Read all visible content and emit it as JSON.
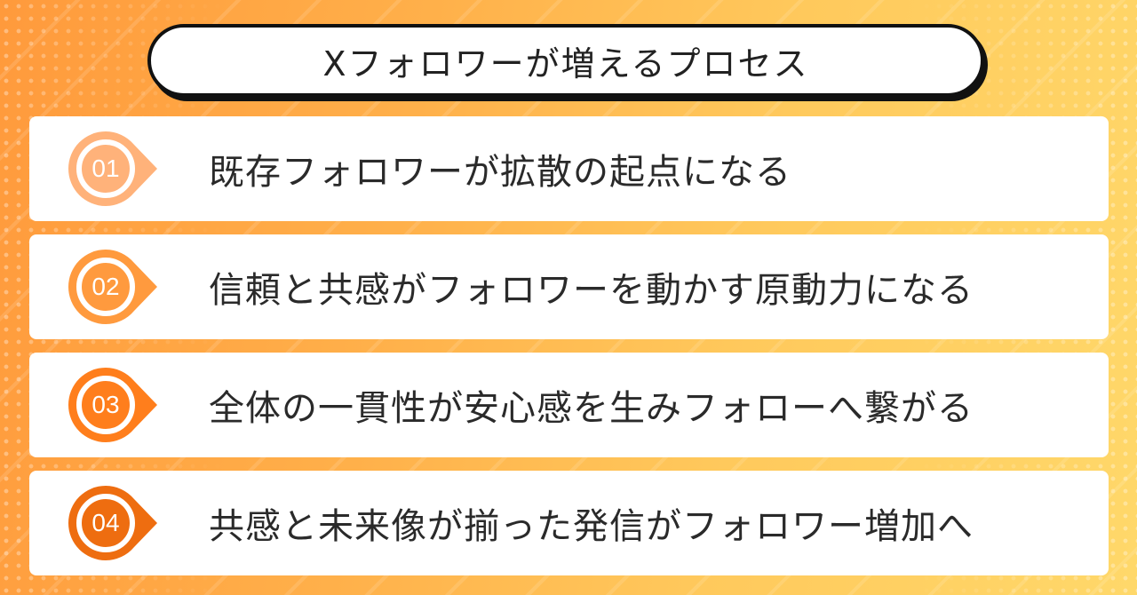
{
  "title": "Xフォロワーが増えるプロセス",
  "steps": [
    {
      "num": "01",
      "text": "既存フォロワーが拡散の起点になる",
      "color": "#ffb27a"
    },
    {
      "num": "02",
      "text": "信頼と共感がフォロワーを動かす原動力になる",
      "color": "#ff9a3e"
    },
    {
      "num": "03",
      "text": "全体の一貫性が安心感を生みフォローへ繋がる",
      "color": "#ff7e1c"
    },
    {
      "num": "04",
      "text": "共感と未来像が揃った発信がフォロワー増加へ",
      "color": "#ee6d10"
    }
  ],
  "icons": {
    "badge": "speech-drop-icon"
  }
}
